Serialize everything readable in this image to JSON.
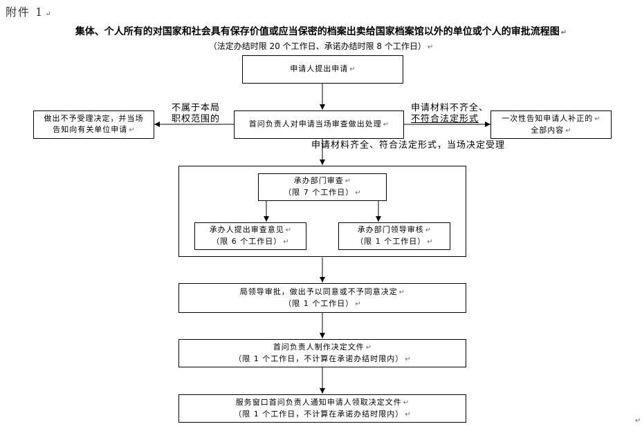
{
  "header": {
    "attachment_label": "附件 1",
    "title": "集体、个人所有的对国家和社会具有保存价值或应当保密的档案出卖给国家档案馆以外的单位或个人的审批流程图",
    "subtitle": "（法定办结时限 20 个工作日、承诺办结时限 8 个工作日）"
  },
  "boxes": {
    "apply": [
      "申请人提出申请"
    ],
    "first_review": [
      "首问负责人对申请当场审查做出处理"
    ],
    "reject": [
      "做出不予受理决定，并当场",
      "告知向有关单位申请"
    ],
    "inform": [
      "一次性告知申请人补正的",
      "全部内容"
    ],
    "dept_review": [
      "承办部门审查",
      "（限 7 个工作日）"
    ],
    "reviewer_opinion": [
      "承办人提出审查意见",
      "（限 6 个工作日）"
    ],
    "dept_leader": [
      "承办部门领导审核",
      "（限 1 个工作日）"
    ],
    "bureau_approval": [
      "局领导审批，做出予以同意或不予同意决定",
      "（限 1 个工作日）"
    ],
    "make_document": [
      "首问负责人制作决定文件",
      "（限 1 个工作日，不计算在承诺办结时限内）"
    ],
    "notify": [
      "服务窗口首问负责人通知申请人领取决定文件",
      "（限 1 个工作日，不计算在承诺办结时限内）"
    ]
  },
  "labels": {
    "not_scope": [
      "不属于本局",
      "职权范围的"
    ],
    "incomplete": [
      "申请材料不齐全、",
      "不符合法定形式"
    ],
    "complete": "申请材料齐全、符合法定形式，当场决定受理"
  },
  "paragraph_mark": "↵"
}
